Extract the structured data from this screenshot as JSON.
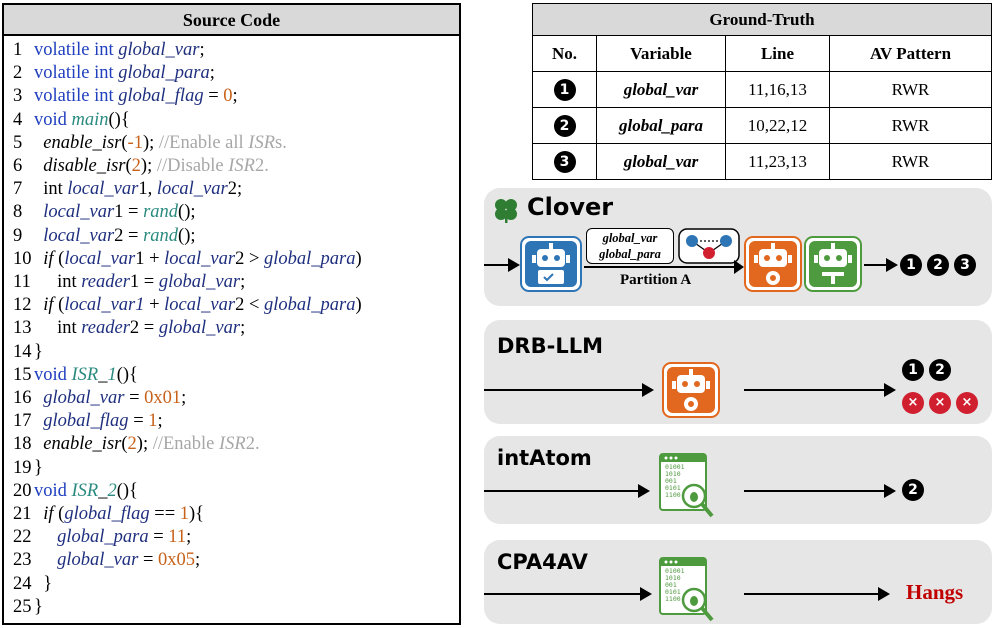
{
  "source_code": {
    "title": "Source Code",
    "lines": [
      {
        "n": "1",
        "parts": [
          {
            "c": "kw",
            "t": "volatile int "
          },
          {
            "c": "id",
            "t": "global_var"
          },
          {
            "c": "plain",
            "t": ";"
          }
        ]
      },
      {
        "n": "2",
        "parts": [
          {
            "c": "kw",
            "t": "volatile int "
          },
          {
            "c": "id",
            "t": "global_para"
          },
          {
            "c": "plain",
            "t": ";"
          }
        ]
      },
      {
        "n": "3",
        "parts": [
          {
            "c": "kw",
            "t": "volatile int "
          },
          {
            "c": "id",
            "t": "global_flag"
          },
          {
            "c": "plain",
            "t": " = "
          },
          {
            "c": "num",
            "t": "0"
          },
          {
            "c": "plain",
            "t": ";"
          }
        ]
      },
      {
        "n": "4",
        "parts": [
          {
            "c": "kw",
            "t": "void "
          },
          {
            "c": "fn",
            "t": "main"
          },
          {
            "c": "plain",
            "t": "(){"
          }
        ]
      },
      {
        "n": "5",
        "parts": [
          {
            "c": "plain",
            "t": "  "
          },
          {
            "c": "fnc",
            "t": "enable_isr"
          },
          {
            "c": "plain",
            "t": "("
          },
          {
            "c": "num",
            "t": "-1"
          },
          {
            "c": "plain",
            "t": "); "
          },
          {
            "c": "cm",
            "t": "//Enable all "
          },
          {
            "c": "cmi",
            "t": "ISR"
          },
          {
            "c": "cm",
            "t": "s."
          }
        ]
      },
      {
        "n": "6",
        "parts": [
          {
            "c": "plain",
            "t": "  "
          },
          {
            "c": "fnc",
            "t": "disable_isr"
          },
          {
            "c": "plain",
            "t": "("
          },
          {
            "c": "num",
            "t": "2"
          },
          {
            "c": "plain",
            "t": "); "
          },
          {
            "c": "cm",
            "t": "//Disable "
          },
          {
            "c": "cmi",
            "t": "ISR"
          },
          {
            "c": "cm",
            "t": "2."
          }
        ]
      },
      {
        "n": "7",
        "parts": [
          {
            "c": "plain",
            "t": "  int "
          },
          {
            "c": "id",
            "t": "local_var"
          },
          {
            "c": "plain",
            "t": "1, "
          },
          {
            "c": "id",
            "t": "local_var"
          },
          {
            "c": "plain",
            "t": "2;"
          }
        ]
      },
      {
        "n": "8",
        "parts": [
          {
            "c": "plain",
            "t": "  "
          },
          {
            "c": "id",
            "t": "local_var"
          },
          {
            "c": "plain",
            "t": "1 = "
          },
          {
            "c": "fn",
            "t": "rand"
          },
          {
            "c": "plain",
            "t": "();"
          }
        ]
      },
      {
        "n": "9",
        "parts": [
          {
            "c": "plain",
            "t": "  "
          },
          {
            "c": "id",
            "t": "local_var"
          },
          {
            "c": "plain",
            "t": "2 = "
          },
          {
            "c": "fn",
            "t": "rand"
          },
          {
            "c": "plain",
            "t": "();"
          }
        ]
      },
      {
        "n": "10",
        "parts": [
          {
            "c": "plain",
            "t": "  "
          },
          {
            "c": "ctl",
            "t": "if"
          },
          {
            "c": "plain",
            "t": " ("
          },
          {
            "c": "id",
            "t": "local_var"
          },
          {
            "c": "plain",
            "t": "1 + "
          },
          {
            "c": "id",
            "t": "local_var"
          },
          {
            "c": "plain",
            "t": "2 > "
          },
          {
            "c": "id",
            "t": "global_para"
          },
          {
            "c": "plain",
            "t": ")"
          }
        ]
      },
      {
        "n": "11",
        "parts": [
          {
            "c": "plain",
            "t": "     int "
          },
          {
            "c": "id",
            "t": "reader"
          },
          {
            "c": "plain",
            "t": "1 = "
          },
          {
            "c": "id",
            "t": "global_var"
          },
          {
            "c": "plain",
            "t": ";"
          }
        ]
      },
      {
        "n": "12",
        "parts": [
          {
            "c": "plain",
            "t": "  "
          },
          {
            "c": "ctl",
            "t": "if"
          },
          {
            "c": "plain",
            "t": " ("
          },
          {
            "c": "id",
            "t": "local_var1"
          },
          {
            "c": "plain",
            "t": " + "
          },
          {
            "c": "id",
            "t": "local_var"
          },
          {
            "c": "plain",
            "t": "2 < "
          },
          {
            "c": "id",
            "t": "global_para"
          },
          {
            "c": "plain",
            "t": ")"
          }
        ]
      },
      {
        "n": "13",
        "parts": [
          {
            "c": "plain",
            "t": "     int "
          },
          {
            "c": "id",
            "t": "reader"
          },
          {
            "c": "plain",
            "t": "2 = "
          },
          {
            "c": "id",
            "t": "global_var"
          },
          {
            "c": "plain",
            "t": ";"
          }
        ]
      },
      {
        "n": "14",
        "parts": [
          {
            "c": "plain",
            "t": "}"
          }
        ]
      },
      {
        "n": "15",
        "parts": [
          {
            "c": "kw",
            "t": "void "
          },
          {
            "c": "fn",
            "t": "ISR"
          },
          {
            "c": "plain",
            "t": "_"
          },
          {
            "c": "fn",
            "t": "1"
          },
          {
            "c": "plain",
            "t": "(){"
          }
        ]
      },
      {
        "n": "16",
        "parts": [
          {
            "c": "plain",
            "t": "  "
          },
          {
            "c": "id",
            "t": "global_var"
          },
          {
            "c": "plain",
            "t": " = "
          },
          {
            "c": "num",
            "t": "0x01"
          },
          {
            "c": "plain",
            "t": ";"
          }
        ]
      },
      {
        "n": "17",
        "parts": [
          {
            "c": "plain",
            "t": "  "
          },
          {
            "c": "id",
            "t": "global_flag"
          },
          {
            "c": "plain",
            "t": " = "
          },
          {
            "c": "num",
            "t": "1"
          },
          {
            "c": "plain",
            "t": ";"
          }
        ]
      },
      {
        "n": "18",
        "parts": [
          {
            "c": "plain",
            "t": "  "
          },
          {
            "c": "fnc",
            "t": "enable_isr"
          },
          {
            "c": "plain",
            "t": "("
          },
          {
            "c": "num",
            "t": "2"
          },
          {
            "c": "plain",
            "t": "); "
          },
          {
            "c": "cm",
            "t": "//Enable "
          },
          {
            "c": "cmi",
            "t": "ISR"
          },
          {
            "c": "cm",
            "t": "2."
          }
        ]
      },
      {
        "n": "19",
        "parts": [
          {
            "c": "plain",
            "t": "}"
          }
        ]
      },
      {
        "n": "20",
        "parts": [
          {
            "c": "kw",
            "t": "void "
          },
          {
            "c": "fn",
            "t": "ISR"
          },
          {
            "c": "plain",
            "t": "_"
          },
          {
            "c": "fn",
            "t": "2"
          },
          {
            "c": "plain",
            "t": "(){"
          }
        ]
      },
      {
        "n": "21",
        "parts": [
          {
            "c": "plain",
            "t": "  "
          },
          {
            "c": "ctl",
            "t": "if"
          },
          {
            "c": "plain",
            "t": " ("
          },
          {
            "c": "id",
            "t": "global_flag"
          },
          {
            "c": "plain",
            "t": " == "
          },
          {
            "c": "num",
            "t": "1"
          },
          {
            "c": "plain",
            "t": "){"
          }
        ]
      },
      {
        "n": "22",
        "parts": [
          {
            "c": "plain",
            "t": "     "
          },
          {
            "c": "id",
            "t": "global_para"
          },
          {
            "c": "plain",
            "t": " = "
          },
          {
            "c": "num",
            "t": "11"
          },
          {
            "c": "plain",
            "t": ";"
          }
        ]
      },
      {
        "n": "23",
        "parts": [
          {
            "c": "plain",
            "t": "     "
          },
          {
            "c": "id",
            "t": "global_var"
          },
          {
            "c": "plain",
            "t": " = "
          },
          {
            "c": "num",
            "t": "0x05"
          },
          {
            "c": "plain",
            "t": ";"
          }
        ]
      },
      {
        "n": "24",
        "parts": [
          {
            "c": "plain",
            "t": "  }"
          }
        ]
      },
      {
        "n": "25",
        "parts": [
          {
            "c": "plain",
            "t": "}"
          }
        ]
      }
    ]
  },
  "ground_truth": {
    "title": "Ground-Truth",
    "headers": [
      "No.",
      "Variable",
      "Line",
      "AV Pattern"
    ],
    "rows": [
      {
        "no": "1",
        "variable": "global_var",
        "line": "11,16,13",
        "pattern": "RWR"
      },
      {
        "no": "2",
        "variable": "global_para",
        "line": "10,22,12",
        "pattern": "RWR"
      },
      {
        "no": "3",
        "variable": "global_var",
        "line": "11,23,13",
        "pattern": "RWR"
      }
    ]
  },
  "tools": {
    "clover": {
      "name": "Clover",
      "vars": [
        "global_var",
        "global_para"
      ],
      "partition_label": "Partition A",
      "results": [
        "1",
        "2",
        "3"
      ]
    },
    "drb_llm": {
      "name": "DRB-LLM",
      "results": [
        "1",
        "2"
      ],
      "misses": [
        "×",
        "×",
        "×"
      ]
    },
    "intatom": {
      "name": "intAtom",
      "results": [
        "2"
      ],
      "bits": [
        "01001",
        "1010",
        "001",
        "0101",
        "1100"
      ]
    },
    "cpa4av": {
      "name": "CPA4AV",
      "result_text": "Hangs",
      "bits": [
        "01001",
        "1010",
        "001",
        "0101",
        "1100"
      ]
    }
  },
  "colors": {
    "robot_blue": "#2e75b6",
    "robot_orange": "#e2681f",
    "robot_green": "#4e9a3e",
    "fail_red": "#d0202f",
    "hangs_red": "#c00000",
    "panel_gray": "#e6e6e6",
    "clover_green": "#2e7d32"
  },
  "icons": [
    "clover-leaf-icon",
    "robot-blue-icon",
    "robot-orange-icon",
    "robot-green-icon",
    "graph-icon",
    "scanner-bug-icon"
  ]
}
